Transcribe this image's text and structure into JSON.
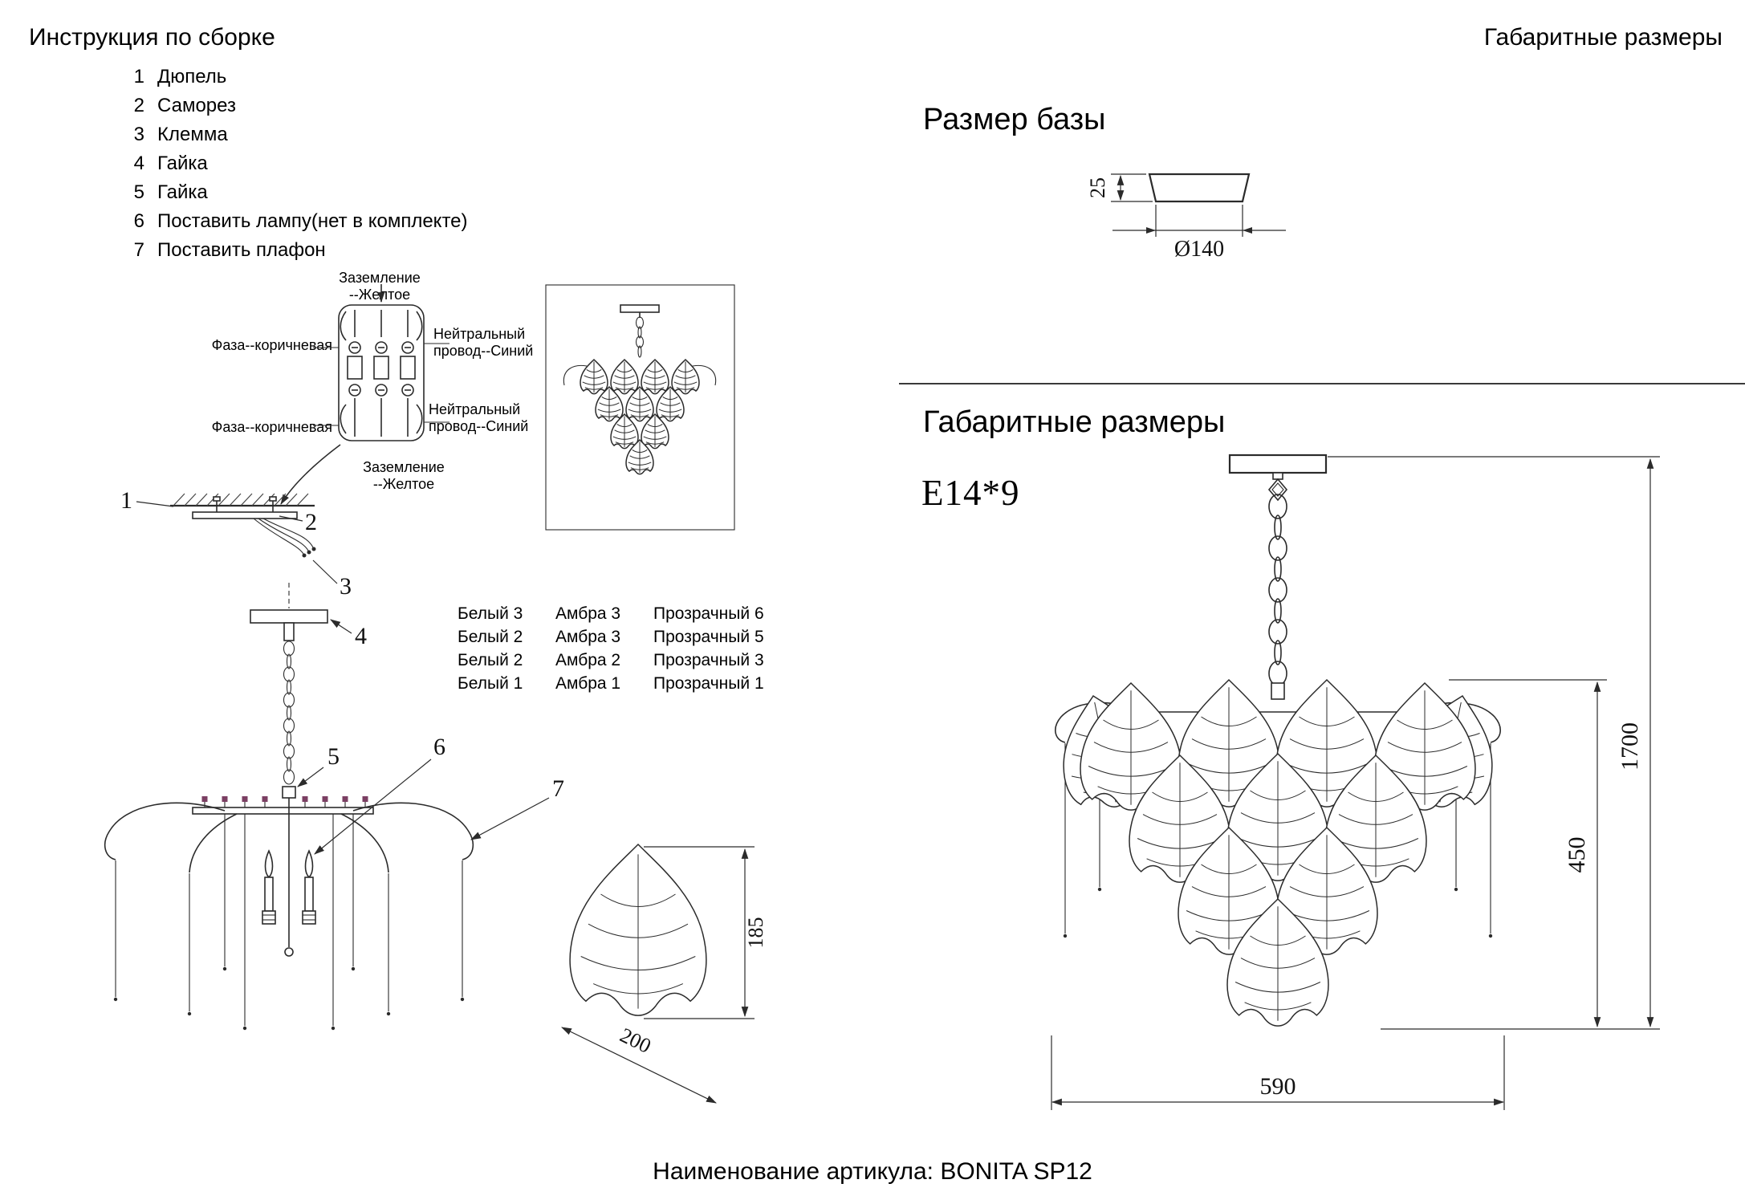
{
  "header": {
    "left_title": "Инструкция по сборке",
    "right_title": "Габаритные размеры"
  },
  "parts_list": [
    {
      "num": "1",
      "label": "Дюпель"
    },
    {
      "num": "2",
      "label": "Саморез"
    },
    {
      "num": "3",
      "label": "Клемма"
    },
    {
      "num": "4",
      "label": "Гайка"
    },
    {
      "num": "5",
      "label": "Гайка"
    },
    {
      "num": "6",
      "label": "Поставить лампу(нет в комплекте)"
    },
    {
      "num": "7",
      "label": "Поставить плафон"
    }
  ],
  "wiring": {
    "ground_top": "Заземление\n--Желтое",
    "neutral_top": "Нейтральный\nпровод--Синий",
    "phase_top": "Фаза--коричневая",
    "phase_bottom": "Фаза--коричневая",
    "neutral_bottom": "Нейтральный\nпровод--Синий",
    "ground_bottom": "Заземление\n--Желтое"
  },
  "shade_table": {
    "rows": [
      [
        "Белый 3",
        "Амбра 3",
        "Прозрачный 6"
      ],
      [
        "Белый 2",
        "Амбра 3",
        "Прозрачный 5"
      ],
      [
        "Белый 2",
        "Амбра 2",
        "Прозрачный 3"
      ],
      [
        "Белый 1",
        "Амбра 1",
        "Прозрачный 1"
      ]
    ]
  },
  "leaf_detail": {
    "height": "185",
    "width": "200"
  },
  "base_section": {
    "title": "Размер базы",
    "height": "25",
    "diameter": "Ø140"
  },
  "dims_section": {
    "title": "Габаритные размеры",
    "lamp": "E14*9",
    "total_height": "1700",
    "body_height": "450",
    "width": "590"
  },
  "footer": {
    "text": "Наименование артикула: BONITA SP12"
  }
}
